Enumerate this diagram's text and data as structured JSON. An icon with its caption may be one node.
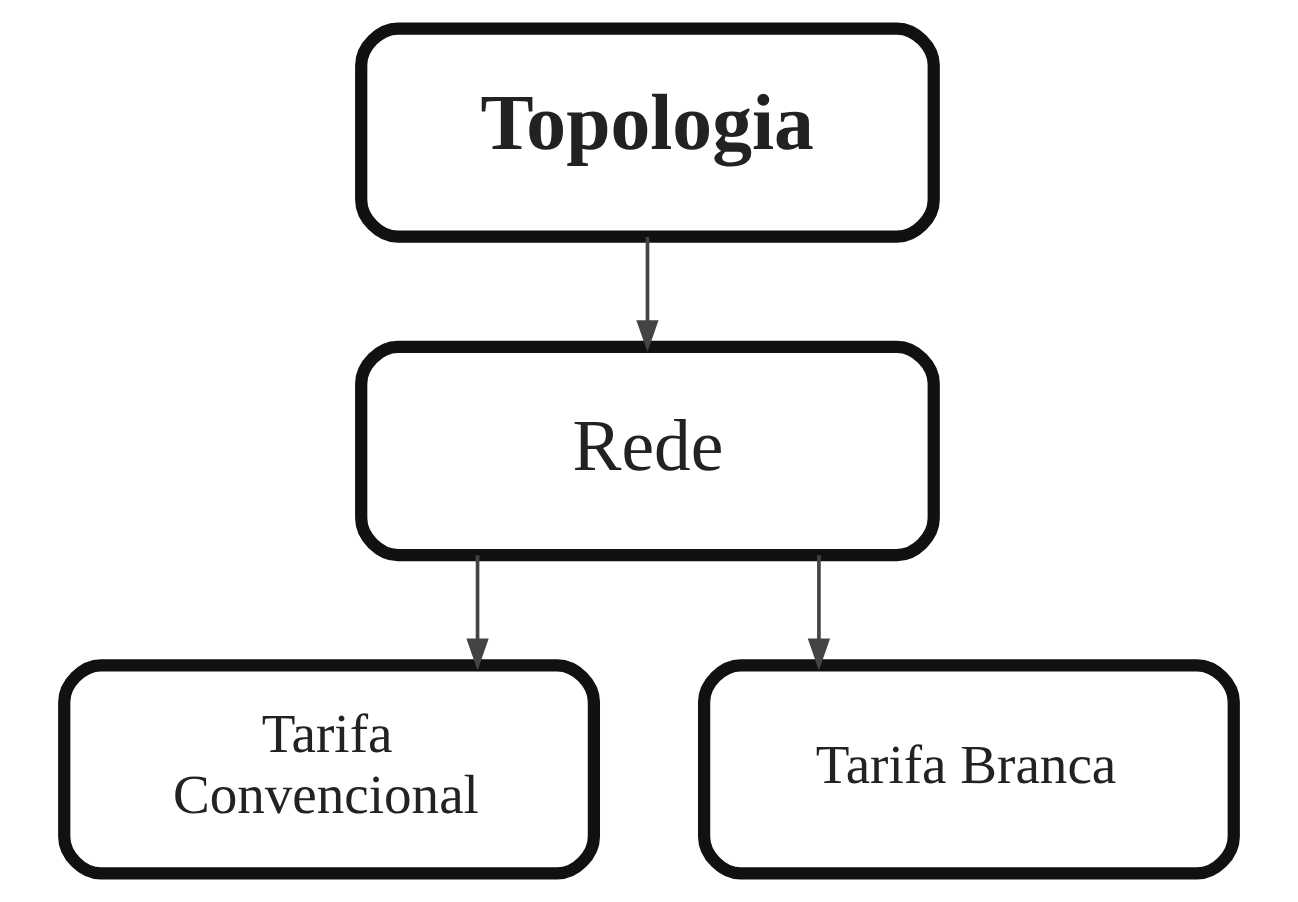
{
  "diagram": {
    "nodes": [
      {
        "text": [
          "Topologia"
        ]
      },
      {
        "text": [
          "Rede"
        ]
      },
      {
        "text": [
          "Tarifa Convencional"
        ]
      },
      {
        "text": [
          "Tarifa Branca"
        ]
      }
    ],
    "edges": [
      {
        "from": 0,
        "to": 1,
        "arrow": "to"
      },
      {
        "from": 1,
        "to": 2,
        "arrow": "to"
      },
      {
        "from": 1,
        "to": 3,
        "arrow": "to"
      }
    ]
  }
}
